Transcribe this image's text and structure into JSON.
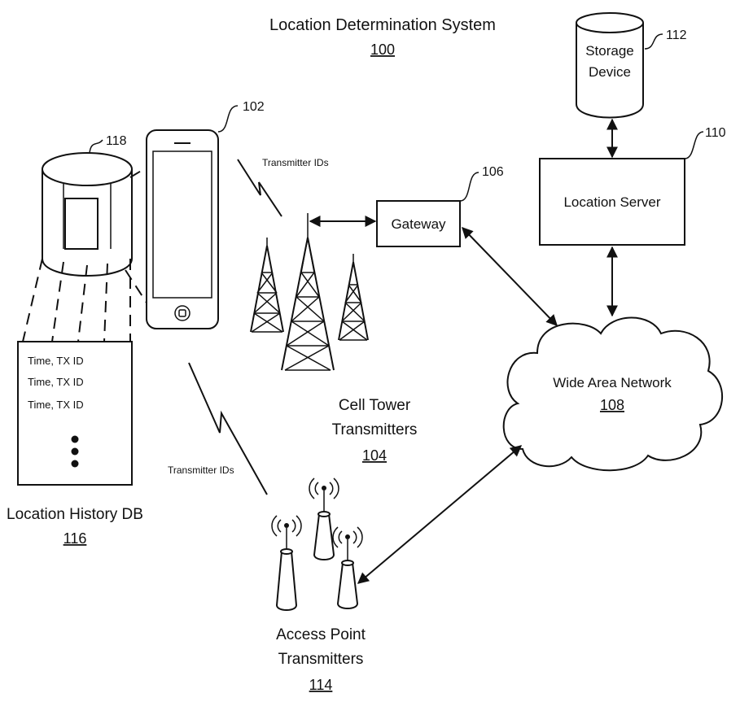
{
  "title": {
    "text": "Location Determination System",
    "ref": "100"
  },
  "storage": {
    "line1": "Storage",
    "line2": "Device",
    "ref": "112"
  },
  "location_server": {
    "label": "Location Server",
    "ref": "110"
  },
  "gateway": {
    "label": "Gateway",
    "ref": "106"
  },
  "wan": {
    "label": "Wide Area Network",
    "ref": "108"
  },
  "cell_towers": {
    "line1": "Cell Tower",
    "line2": "Transmitters",
    "ref": "104"
  },
  "access_points": {
    "line1": "Access Point",
    "line2": "Transmitters",
    "ref": "114"
  },
  "phone": {
    "ref": "102"
  },
  "db_cylinder": {
    "ref": "118"
  },
  "location_history": {
    "label": "Location History DB",
    "ref": "116",
    "rows": [
      "Time, TX ID",
      "Time, TX ID",
      "Time, TX ID"
    ]
  },
  "signals": {
    "upper": "Transmitter IDs",
    "lower": "Transmitter IDs"
  }
}
